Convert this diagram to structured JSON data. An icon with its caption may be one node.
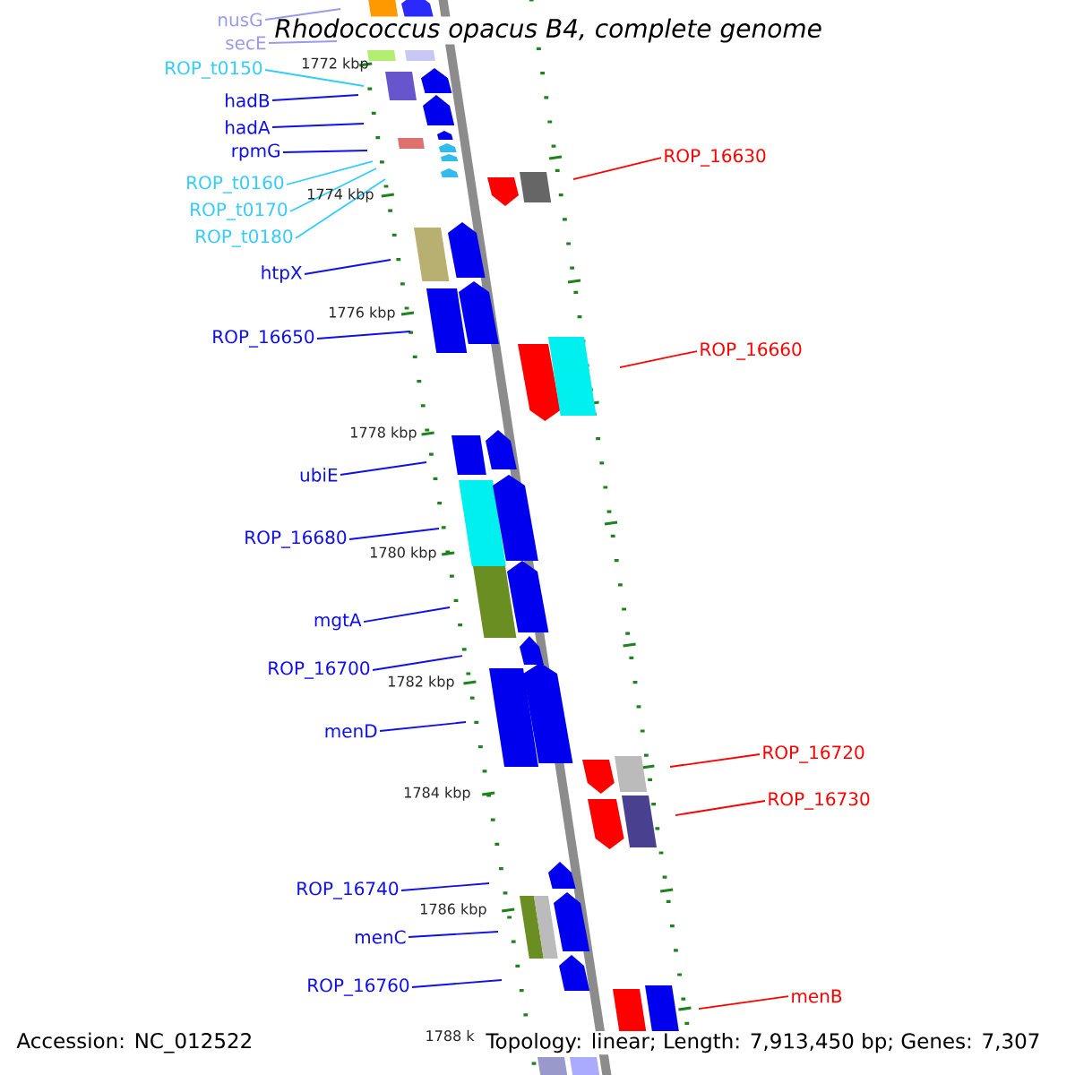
{
  "diagram": {
    "title": "Rhodococcus opacus B4, complete genome",
    "nodes": [
      {
        "text": [
          "nusG"
        ]
      },
      {
        "text": [
          "secE"
        ]
      },
      {
        "text": [
          "ROP_t0150"
        ]
      },
      {
        "text": [
          "hadB"
        ]
      },
      {
        "text": [
          "hadA"
        ]
      },
      {
        "text": [
          "rpmG"
        ]
      },
      {
        "text": [
          "ROP_t0160"
        ]
      },
      {
        "text": [
          "ROP_t0170"
        ]
      },
      {
        "text": [
          "ROP_t0180"
        ]
      },
      {
        "text": [
          "htpX"
        ]
      },
      {
        "text": [
          "ROP_16650"
        ]
      },
      {
        "text": [
          "ubiE"
        ]
      },
      {
        "text": [
          "ROP_16680"
        ]
      },
      {
        "text": [
          "mgtA"
        ]
      },
      {
        "text": [
          "ROP_16700"
        ]
      },
      {
        "text": [
          "menD"
        ]
      },
      {
        "text": [
          "ROP_16740"
        ]
      },
      {
        "text": [
          "menC"
        ]
      },
      {
        "text": [
          "ROP_16760"
        ]
      },
      {
        "text": [
          "ROP_16630"
        ]
      },
      {
        "text": [
          "ROP_16660"
        ]
      },
      {
        "text": [
          "ROP_16720"
        ]
      },
      {
        "text": [
          "ROP_16730"
        ]
      },
      {
        "text": [
          "menB"
        ]
      }
    ],
    "edges": [
      {
        "from": 0,
        "to": null,
        "arrow": "none",
        "color": "#9a9af0"
      },
      {
        "from": 1,
        "to": null,
        "arrow": "none",
        "color": "#9a9af0"
      },
      {
        "from": 2,
        "to": null,
        "arrow": "none",
        "color": "#33ccff"
      },
      {
        "from": 3,
        "to": null,
        "arrow": "none"
      },
      {
        "from": 4,
        "to": null,
        "arrow": "none"
      },
      {
        "from": 5,
        "to": null,
        "arrow": "none"
      },
      {
        "from": 6,
        "to": null,
        "arrow": "none",
        "color": "#33ccff"
      },
      {
        "from": 7,
        "to": null,
        "arrow": "none",
        "color": "#33ccff"
      },
      {
        "from": 8,
        "to": null,
        "arrow": "none",
        "color": "#33ccff"
      },
      {
        "from": 9,
        "to": null,
        "arrow": "none"
      },
      {
        "from": 10,
        "to": null,
        "arrow": "none"
      },
      {
        "from": 11,
        "to": null,
        "arrow": "none"
      },
      {
        "from": 12,
        "to": null,
        "arrow": "none"
      },
      {
        "from": 13,
        "to": null,
        "arrow": "none"
      },
      {
        "from": 14,
        "to": null,
        "arrow": "none"
      },
      {
        "from": 15,
        "to": null,
        "arrow": "none"
      },
      {
        "from": 16,
        "to": null,
        "arrow": "none"
      },
      {
        "from": 17,
        "to": null,
        "arrow": "none"
      },
      {
        "from": 18,
        "to": null,
        "arrow": "none"
      },
      {
        "from": 19,
        "to": null,
        "arrow": "none",
        "color": "#ff0000"
      },
      {
        "from": 20,
        "to": null,
        "arrow": "none",
        "color": "#ff0000"
      },
      {
        "from": 21,
        "to": null,
        "arrow": "none",
        "color": "#ff0000"
      },
      {
        "from": 22,
        "to": null,
        "arrow": "none",
        "color": "#ff0000"
      },
      {
        "from": 23,
        "to": null,
        "arrow": "none",
        "color": "#ff0000"
      }
    ],
    "labels": [
      "1772 kbp",
      "1774 kbp",
      "1776 kbp",
      "1778 kbp",
      "1780 kbp",
      "1782 kbp",
      "1784 kbp",
      "1786 kbp",
      "1788 k",
      "Accession: NC_012522",
      "Topology: linear; Length: 7,913,450 bp; Genes: 7,307"
    ]
  }
}
